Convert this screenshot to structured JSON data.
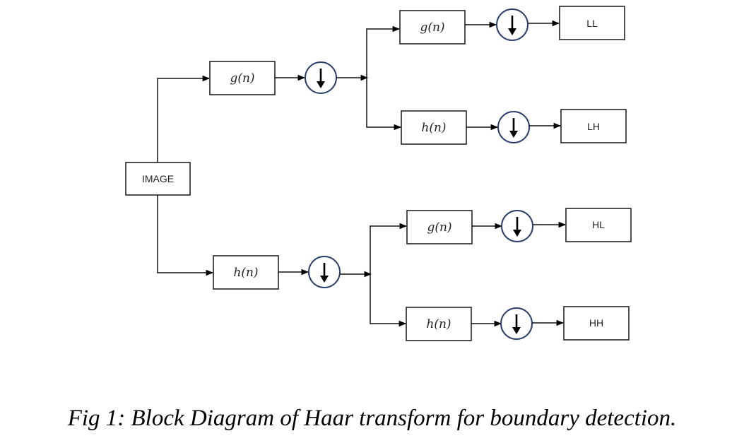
{
  "diagram": {
    "input_label": "IMAGE",
    "level1": {
      "low": {
        "filter": "g(n)"
      },
      "high": {
        "filter": "h(n)"
      }
    },
    "level2": {
      "low_low": {
        "filter": "g(n)",
        "output": "LL"
      },
      "low_high": {
        "filter": "h(n)",
        "output": "LH"
      },
      "high_low": {
        "filter": "g(n)",
        "output": "HL"
      },
      "high_high": {
        "filter": "h(n)",
        "output": "HH"
      }
    },
    "downsample_symbol": "down-arrow-icon"
  },
  "caption": "Fig 1: Block Diagram of Haar transform for boundary detection."
}
